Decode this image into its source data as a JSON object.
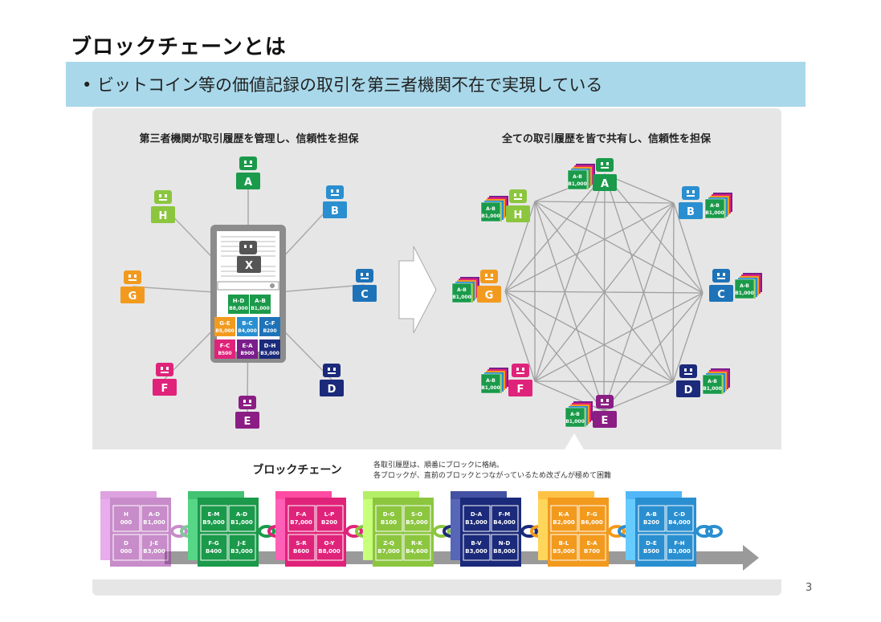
{
  "slide": {
    "title": "ブロックチェーンとは",
    "bullet": "• ビットコイン等の価値記録の取引を第三者機関不在で実現している",
    "page_number": "3"
  },
  "left_diagram": {
    "heading": "第三者機関が取引履歴を管理し、信頼性を担保",
    "center_label": "X",
    "ledger": [
      {
        "pair": "H-D",
        "amt": "B8,000",
        "color": "#1a9a4a"
      },
      {
        "pair": "A-B",
        "amt": "B1,000",
        "color": "#1a9a4a"
      },
      {
        "pair": "G-E",
        "amt": "B5,000",
        "color": "#f29a1e"
      },
      {
        "pair": "B-C",
        "amt": "B4,000",
        "color": "#2a8fd0"
      },
      {
        "pair": "C-F",
        "amt": "B200",
        "color": "#1e73b8"
      },
      {
        "pair": "F-C",
        "amt": "B500",
        "color": "#e0237a"
      },
      {
        "pair": "E-A",
        "amt": "B900",
        "color": "#7a1e8c"
      },
      {
        "pair": "D-H",
        "amt": "B3,000",
        "color": "#1b2a7a"
      }
    ]
  },
  "right_diagram": {
    "heading": "全ての取引履歴を皆で共有し、信頼性を担保",
    "stack_pair": "A-B",
    "stack_amt": "B1,000"
  },
  "nodes": [
    {
      "id": "A",
      "color": "#1a9a4a"
    },
    {
      "id": "B",
      "color": "#2a8fd0"
    },
    {
      "id": "C",
      "color": "#1e73b8"
    },
    {
      "id": "D",
      "color": "#1b2a7a"
    },
    {
      "id": "E",
      "color": "#8a1e84"
    },
    {
      "id": "F",
      "color": "#e0237a"
    },
    {
      "id": "G",
      "color": "#f29a1e"
    },
    {
      "id": "H",
      "color": "#8cc63f"
    }
  ],
  "chain": {
    "title": "ブロックチェーン",
    "note1": "各取引履歴は、順番にブロックに格納。",
    "note2": "各ブロックが、直前のブロックとつながっているため改ざんが極めて困難",
    "blocks": [
      {
        "color": "#9b2f9e",
        "cells": [
          [
            "H",
            "000"
          ],
          [
            "A-D",
            "B1,000"
          ],
          [
            "D",
            "000"
          ],
          [
            "J-E",
            "B3,000"
          ]
        ]
      },
      {
        "color": "#1a9a4a",
        "cells": [
          [
            "E-M",
            "B9,000"
          ],
          [
            "A-D",
            "B1,000"
          ],
          [
            "F-G",
            "B400"
          ],
          [
            "J-E",
            "B3,000"
          ]
        ]
      },
      {
        "color": "#e0237a",
        "cells": [
          [
            "F-A",
            "B7,000"
          ],
          [
            "L-P",
            "B200"
          ],
          [
            "S-R",
            "B600"
          ],
          [
            "O-Y",
            "B8,000"
          ]
        ]
      },
      {
        "color": "#8cc63f",
        "cells": [
          [
            "D-G",
            "B100"
          ],
          [
            "S-O",
            "B5,000"
          ],
          [
            "Z-Q",
            "B7,000"
          ],
          [
            "R-K",
            "B4,600"
          ]
        ]
      },
      {
        "color": "#1b2a7a",
        "cells": [
          [
            "D-A",
            "B1,000"
          ],
          [
            "F-M",
            "B4,000"
          ],
          [
            "B-V",
            "B3,000"
          ],
          [
            "N-D",
            "B8,000"
          ]
        ]
      },
      {
        "color": "#f29a1e",
        "cells": [
          [
            "K-A",
            "B2,000"
          ],
          [
            "F-G",
            "B6,000"
          ],
          [
            "B-L",
            "B5,000"
          ],
          [
            "E-A",
            "B700"
          ]
        ]
      },
      {
        "color": "#2a8fd0",
        "cells": [
          [
            "A-B",
            "B200"
          ],
          [
            "C-D",
            "B4,000"
          ],
          [
            "D-E",
            "B500"
          ],
          [
            "F-H",
            "B3,000"
          ]
        ]
      }
    ]
  }
}
